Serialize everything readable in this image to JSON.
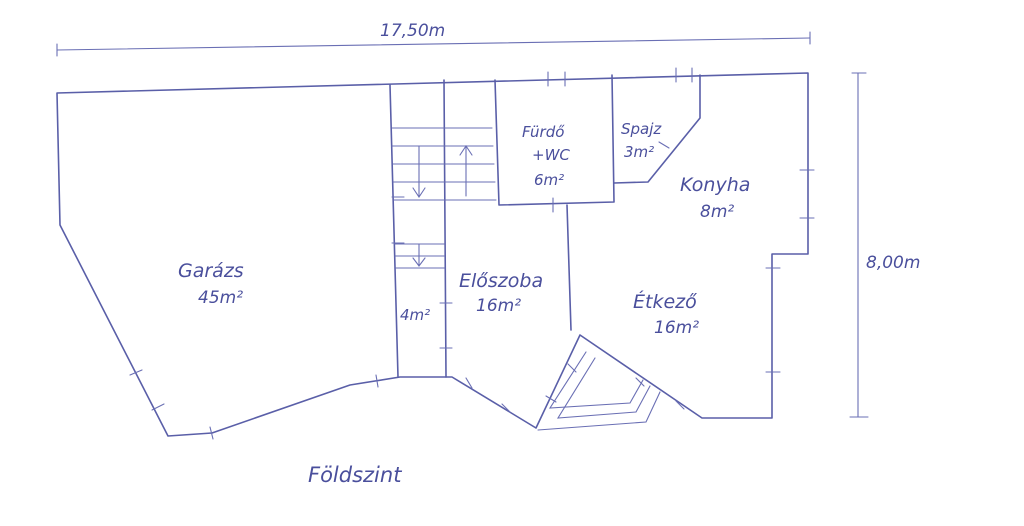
{
  "dimensions": {
    "width": "17,50m",
    "height": "8,00m"
  },
  "rooms": {
    "garage": {
      "name": "Garázs",
      "area": "45m²"
    },
    "stair": {
      "area": "4m²"
    },
    "hall": {
      "name": "Előszoba",
      "area": "16m²"
    },
    "bath": {
      "name": "Fürdő",
      "name2": "+WC",
      "area": "6m²"
    },
    "pantry": {
      "name": "Spajz",
      "area": "3m²"
    },
    "kitchen": {
      "name": "Konyha",
      "area": "8m²"
    },
    "dining": {
      "name": "Étkező",
      "area": "16m²"
    }
  },
  "floor_name": "Földszint",
  "colors": {
    "ink": "#5a5fa8"
  }
}
